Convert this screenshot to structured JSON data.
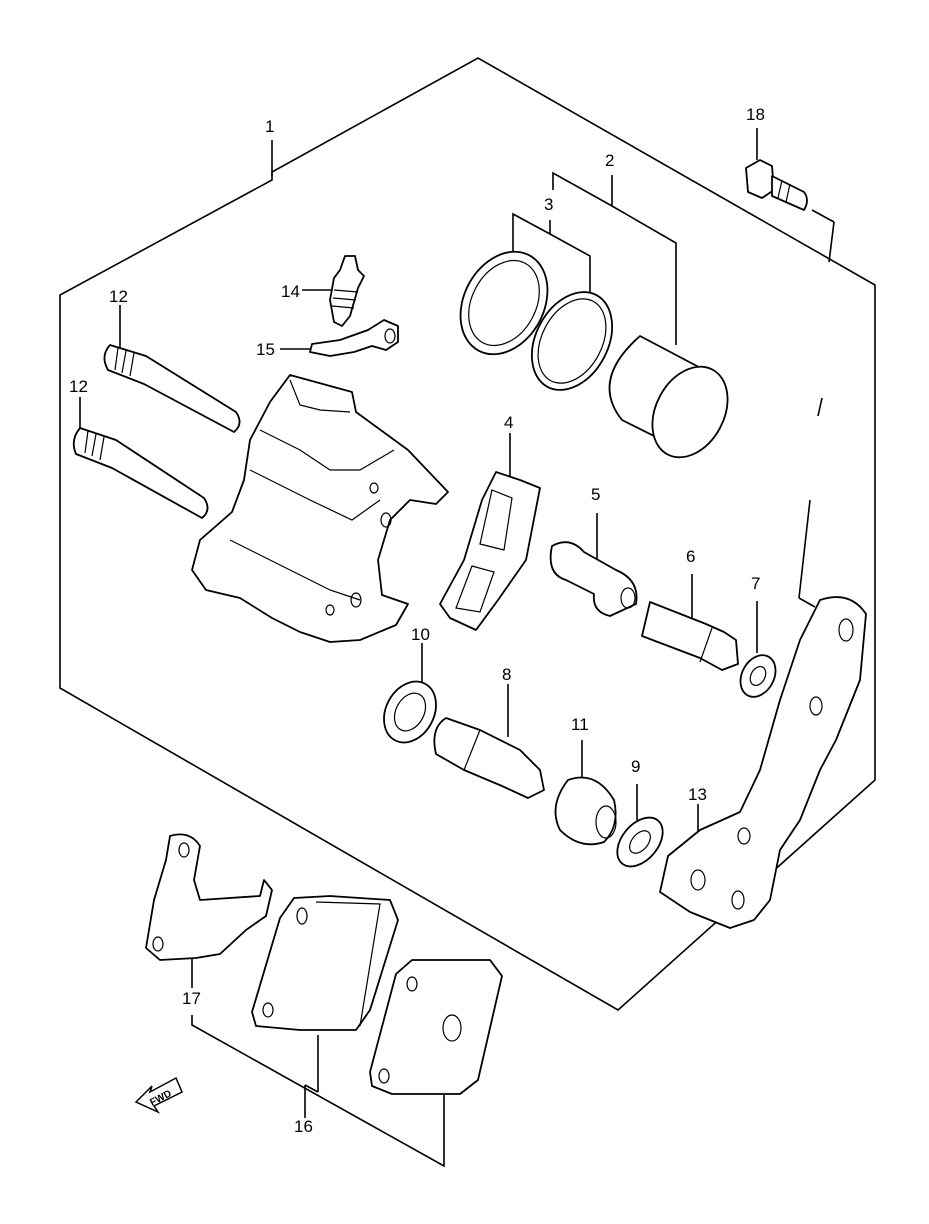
{
  "callouts": [
    "1",
    "2",
    "3",
    "4",
    "5",
    "6",
    "7",
    "8",
    "9",
    "10",
    "11",
    "12",
    "12",
    "13",
    "14",
    "15",
    "16",
    "17",
    "18"
  ],
  "fwd_label": "FWD"
}
